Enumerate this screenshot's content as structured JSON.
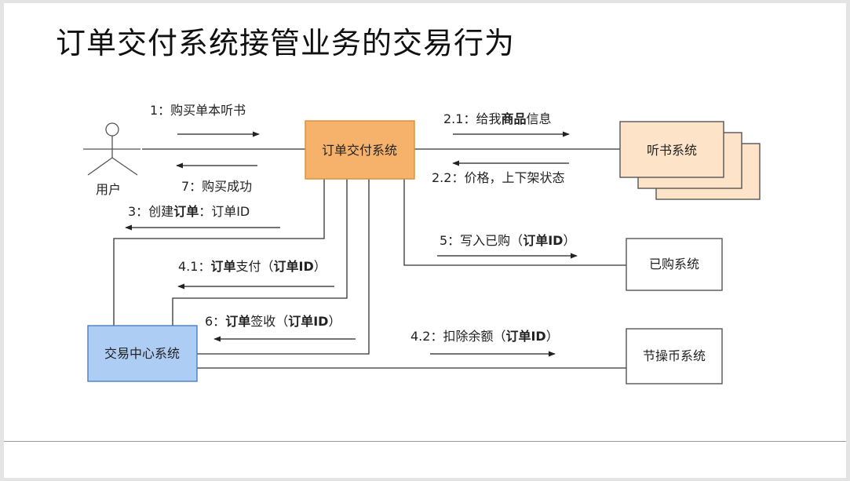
{
  "title": "订单交付系统接管业务的交易行为",
  "actor": {
    "label": "用户"
  },
  "nodes": {
    "order_system": {
      "label": "订单交付系统",
      "fill": "#f6b26b",
      "stroke": "#d4903c"
    },
    "audiobook_system": {
      "label": "听书系统",
      "fill": "#fde3c8",
      "stroke": "#555555"
    },
    "purchased_system": {
      "label": "已购系统",
      "fill": "#ffffff",
      "stroke": "#555555"
    },
    "trade_center": {
      "label": "交易中心系统",
      "fill": "#aecdf4",
      "stroke": "#4a7fc1"
    },
    "coin_system": {
      "label": "节操币系统",
      "fill": "#ffffff",
      "stroke": "#555555"
    }
  },
  "messages": {
    "m1": {
      "prefix": "1：购买单本听书"
    },
    "m7": {
      "prefix": "7：购买成功"
    },
    "m21": {
      "prefix": "2.1：给我",
      "bold": "商品",
      "suffix": "信息"
    },
    "m22": {
      "prefix": "2.2：价格，上下架状态"
    },
    "m3": {
      "prefix": "3：创建",
      "bold": "订单",
      "suffix": "：订单ID"
    },
    "m41": {
      "prefix": "4.1：",
      "bold": "订单",
      "mid": "支付（",
      "bold2": "订单ID",
      "suffix": "）"
    },
    "m5": {
      "prefix": "5：写入已购（",
      "bold": "订单ID",
      "suffix": "）"
    },
    "m6": {
      "prefix": "6：",
      "bold": "订单",
      "mid": "签收（",
      "bold2": "订单ID",
      "suffix": "）"
    },
    "m42": {
      "prefix": "4.2：扣除余额（",
      "bold": "订单ID",
      "suffix": "）"
    }
  }
}
